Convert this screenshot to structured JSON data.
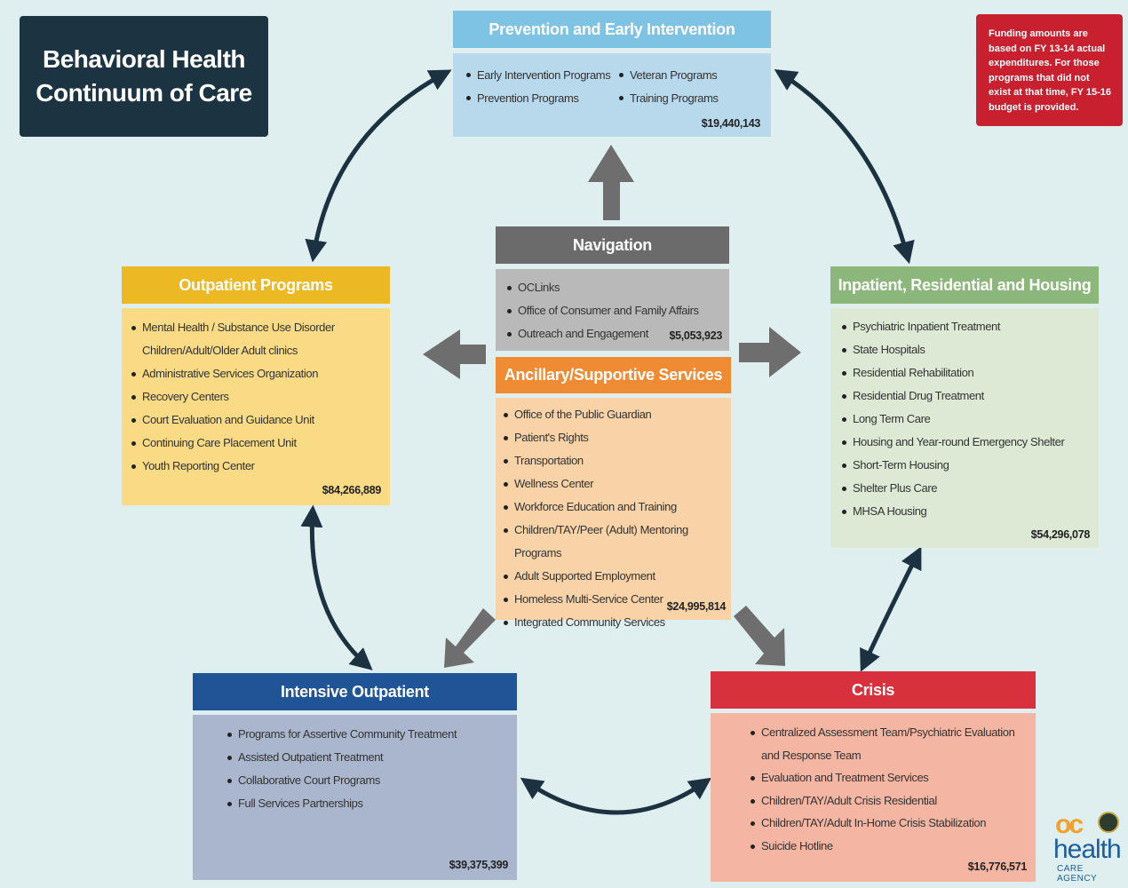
{
  "title": {
    "line1": "Behavioral Health",
    "line2": "Continuum of Care"
  },
  "note": "Funding amounts are based on FY 13-14 actual expenditures. For those programs that did not exist at that time, FY 15-16 budget is provided.",
  "prevention": {
    "title": "Prevention and Early Intervention",
    "items": [
      "Early Intervention Programs",
      "Veteran Programs",
      "Prevention Programs",
      "Training Programs"
    ],
    "amount": "$19,440,143"
  },
  "navigation": {
    "title": "Navigation",
    "items": [
      "OCLinks",
      "Office of Consumer and Family Affairs",
      "Outreach and Engagement"
    ],
    "amount": "$5,053,923"
  },
  "ancillary": {
    "title": "Ancillary/Supportive Services",
    "items": [
      "Office of the Public Guardian",
      "Patient's Rights",
      "Transportation",
      "Wellness Center",
      "Workforce Education and Training",
      "Children/TAY/Peer (Adult) Mentoring Programs",
      "Adult Supported Employment",
      "Homeless Multi-Service Center",
      "Integrated Community Services"
    ],
    "amount": "$24,995,814"
  },
  "outpatient": {
    "title": "Outpatient Programs",
    "items": [
      "Mental Health / Substance Use Disorder Children/Adult/Older Adult clinics",
      "Administrative Services Organization",
      "Recovery Centers",
      "Court Evaluation and Guidance Unit",
      "Continuing Care Placement Unit",
      "Youth Reporting Center"
    ],
    "amount": "$84,266,889"
  },
  "inpatient": {
    "title": "Inpatient, Residential and Housing",
    "items": [
      "Psychiatric Inpatient Treatment",
      "State Hospitals",
      "Residential Rehabilitation",
      "Residential Drug Treatment",
      "Long Term Care",
      "Housing and Year-round Emergency Shelter",
      "Short-Term Housing",
      "Shelter Plus Care",
      "MHSA Housing"
    ],
    "amount": "$54,296,078"
  },
  "intensive": {
    "title": "Intensive Outpatient",
    "items": [
      "Programs for Assertive Community Treatment",
      "Assisted Outpatient Treatment",
      "Collaborative Court Programs",
      "Full Services Partnerships"
    ],
    "amount": "$39,375,399"
  },
  "crisis": {
    "title": "Crisis",
    "items": [
      "Centralized Assessment Team/Psychiatric Evaluation and Response Team",
      "Evaluation and Treatment Services",
      "Children/TAY/Adult Crisis Residential",
      "Children/TAY/Adult In-Home Crisis Stabilization",
      "Suicide Hotline"
    ],
    "amount": "$16,776,571"
  },
  "logo": {
    "mark": "oc",
    "word": "health",
    "sub": "CARE AGENCY",
    "seal_icon": "county-seal-icon"
  },
  "colors": {
    "background": "#dfeeee",
    "prevention": "#7ec3e4",
    "navigation": "#6b6b6b",
    "ancillary": "#ef8b32",
    "outpatient": "#ecb823",
    "inpatient": "#8bb87a",
    "intensive": "#1f5596",
    "crisis": "#d8313d",
    "arrow_cycle": "#1d3241",
    "arrow_block": "#6e6e6e"
  }
}
